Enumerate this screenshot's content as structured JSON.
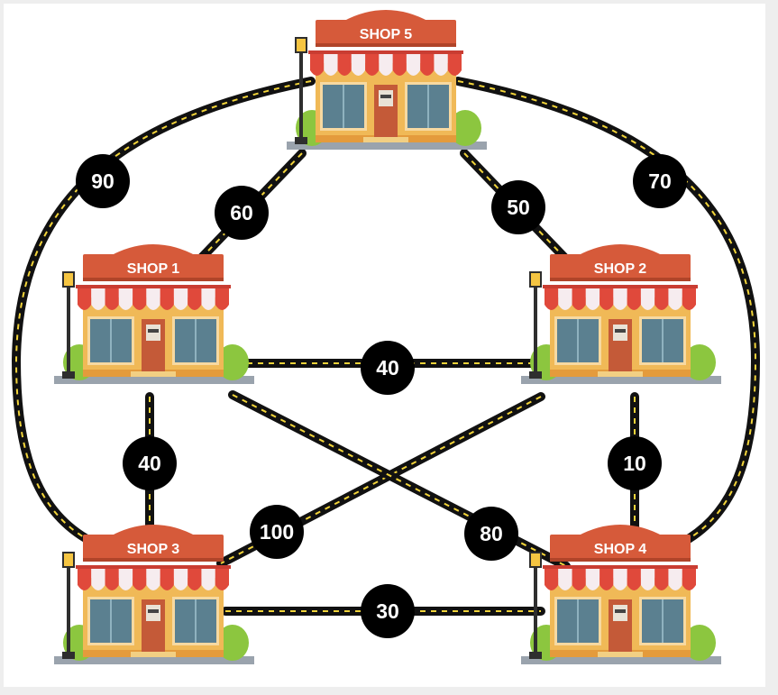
{
  "colors": {
    "road": "#111111",
    "road_dash": "#f2d43a",
    "badge": "#000000",
    "sign": "#d65a3a",
    "awning_red": "#e0493b",
    "awning_white": "#f6ecef",
    "wall": "#f0b957",
    "window": "#5b8090",
    "door": "#c45a38",
    "bush": "#8cc63f",
    "lamp": "#2e2e2e",
    "ground": "#9aa3ad"
  },
  "shops": [
    {
      "id": "shop5",
      "label": "SHOP 5"
    },
    {
      "id": "shop1",
      "label": "SHOP 1"
    },
    {
      "id": "shop2",
      "label": "SHOP 2"
    },
    {
      "id": "shop3",
      "label": "SHOP 3"
    },
    {
      "id": "shop4",
      "label": "SHOP 4"
    }
  ],
  "roads": [
    {
      "from": "shop5",
      "to": "shop3",
      "weight": "90"
    },
    {
      "from": "shop5",
      "to": "shop4",
      "weight": "70"
    },
    {
      "from": "shop5",
      "to": "shop1",
      "weight": "60"
    },
    {
      "from": "shop5",
      "to": "shop2",
      "weight": "50"
    },
    {
      "from": "shop1",
      "to": "shop2",
      "weight": "40"
    },
    {
      "from": "shop1",
      "to": "shop3",
      "weight": "40"
    },
    {
      "from": "shop2",
      "to": "shop4",
      "weight": "10"
    },
    {
      "from": "shop2",
      "to": "shop3",
      "weight": "100"
    },
    {
      "from": "shop1",
      "to": "shop4",
      "weight": "80"
    },
    {
      "from": "shop3",
      "to": "shop4",
      "weight": "30"
    }
  ]
}
